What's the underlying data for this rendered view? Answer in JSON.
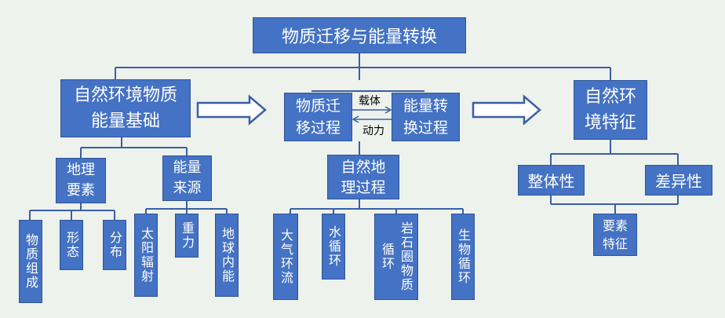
{
  "title": "物质迁移与能量转换",
  "left": {
    "main": "自然环境物质能量基础",
    "group1": {
      "label": "地理要素",
      "items": [
        "物质组成",
        "形态",
        "分布"
      ]
    },
    "group2": {
      "label": "能量来源",
      "items": [
        "太阳辐射",
        "重力",
        "地球内能"
      ]
    }
  },
  "middle": {
    "migration": "物质迁移过程",
    "conversion": "能量转换过程",
    "carrier": "载体",
    "power": "动力",
    "process": "自然地理过程",
    "items": [
      "大气环流",
      "水循环",
      "岩石圈物质循环",
      "生物循环"
    ]
  },
  "right": {
    "main": "自然环境特征",
    "integrity": "整体性",
    "difference": "差异性",
    "element": "要素特征"
  },
  "colors": {
    "box": "#4472c4",
    "line": "#3a5fa8",
    "bg": "#eef2ed"
  }
}
